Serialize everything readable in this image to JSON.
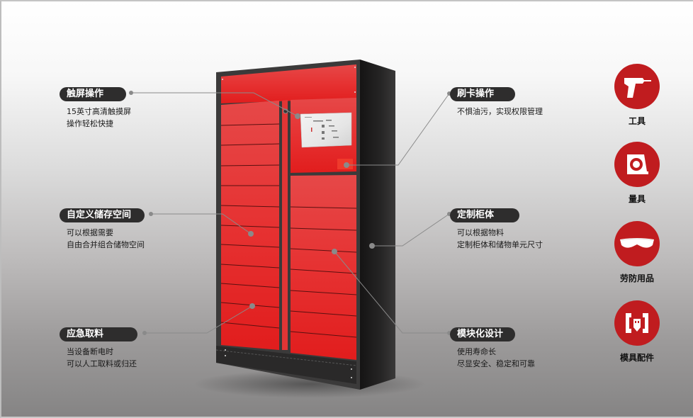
{
  "product": {
    "name": "smart-locker-cabinet",
    "touchscreen_panel": "touchscreen"
  },
  "callouts": [
    {
      "id": "touchscreen",
      "title": "触屏操作",
      "lines": [
        "15英寸高清触摸屏",
        "操作轻松快捷"
      ]
    },
    {
      "id": "custom-storage",
      "title": "自定义储存空间",
      "lines": [
        "可以根据需要",
        "自由合并组合储物空间"
      ]
    },
    {
      "id": "emergency",
      "title": "应急取料",
      "lines": [
        "当设备断电时",
        "可以人工取料或归还"
      ]
    },
    {
      "id": "card-swipe",
      "title": "刷卡操作",
      "lines": [
        "不惧油污，实现权限管理"
      ]
    },
    {
      "id": "custom-cabinet",
      "title": "定制柜体",
      "lines": [
        "可以根据物料",
        "定制柜体和储物单元尺寸"
      ]
    },
    {
      "id": "modular",
      "title": "模块化设计",
      "lines": [
        "使用寿命长",
        "尽显安全、稳定和可靠"
      ]
    }
  ],
  "categories": [
    {
      "id": "tools",
      "label": "工具",
      "icon": "drill-icon"
    },
    {
      "id": "measuring",
      "label": "量具",
      "icon": "tape-measure-icon"
    },
    {
      "id": "ppe",
      "label": "劳防用品",
      "icon": "safety-goggles-icon"
    },
    {
      "id": "molds",
      "label": "模具配件",
      "icon": "mold-part-icon"
    }
  ],
  "colors": {
    "accent_red": "#c01c1f",
    "cabinet_red": "#e42a2a",
    "pill_bg": "#2e2d2d",
    "cabinet_body": "#1b1a1a"
  }
}
